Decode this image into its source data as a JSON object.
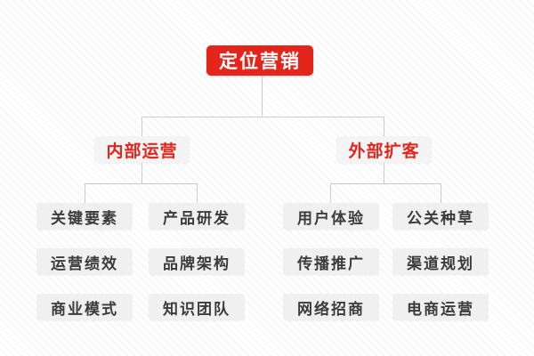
{
  "diagram": {
    "title": "定位营销",
    "root": {
      "label": "定位营销"
    },
    "branches": [
      {
        "label": "内部运营",
        "children": [
          "关键要素",
          "产品研发",
          "运营绩效",
          "品牌架构",
          "商业模式",
          "知识团队"
        ]
      },
      {
        "label": "外部扩客",
        "children": [
          "用户体验",
          "公关种草",
          "传播推广",
          "渠道规划",
          "网络招商",
          "电商运营"
        ]
      }
    ],
    "colors": {
      "accent_red": "#e4251c",
      "root_text": "#ffffff",
      "branch_box_bg": "#f4f4f4",
      "leaf_box_bg": "#f0f0f0",
      "leaf_text": "#3b3b3b",
      "connector": "#cccccc",
      "background_stripe": "#f1f1f1"
    }
  }
}
